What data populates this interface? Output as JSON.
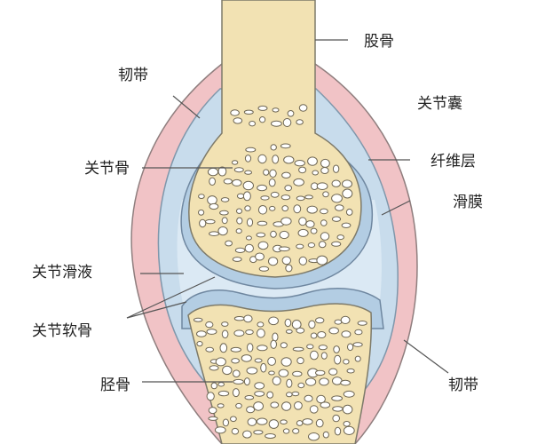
{
  "labels": {
    "femur": "股骨",
    "ligament_top": "韧带",
    "joint_capsule": "关节囊",
    "fibrous_layer": "纤维层",
    "bone": "关节骨",
    "synovium": "滑膜",
    "synovial_fluid": "关节滑液",
    "articular_cartilage": "关节软骨",
    "tibia": "胫骨",
    "ligament_bottom": "韧带"
  },
  "colors": {
    "ligament": "#f1c3c6",
    "capsule": "#c8dcec",
    "synovial_fluid": "#dbe9f4",
    "cartilage": "#b3cde3",
    "bone": "#f2e2b3",
    "outline": "#7d7a6a",
    "leader_line": "#555555"
  }
}
